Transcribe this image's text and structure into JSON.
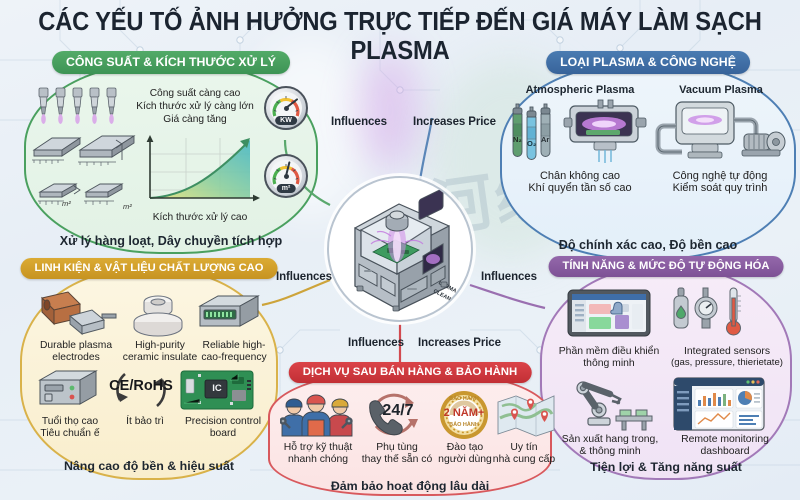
{
  "title": "CÁC YẾU TỐ ẢNH HƯỞNG TRỰC TIẾP ĐẾN GIÁ MÁY LÀM SẠCH PLASMA",
  "watermark": "河缘",
  "center": {
    "machine_label_line1": "PLASMA",
    "machine_label_line2": "CLEANER"
  },
  "connectors": [
    {
      "id": "influences-top-left",
      "label": "Influences"
    },
    {
      "id": "increases-price-top",
      "label": "Increases Price"
    },
    {
      "id": "influences-mid-left",
      "label": "Influences"
    },
    {
      "id": "influences-mid-right",
      "label": "Influences"
    },
    {
      "id": "influences-bottom",
      "label": "Influences"
    },
    {
      "id": "increases-price-bottom",
      "label": "Increases Price"
    }
  ],
  "panels": {
    "power": {
      "header": "CÔNG SUẤT & KÍCH THƯỚC XỬ LÝ",
      "color": "#3d9455",
      "chart": {
        "annotation_lines": [
          "Công suất càng cao",
          "Kích thước xử lý càng lớn",
          "Giá càng tăng"
        ],
        "xlabel": "Kích thước xử lý cao"
      },
      "gauges": [
        {
          "name": "power-gauge",
          "tag": "KW"
        },
        {
          "name": "area-gauge",
          "tag": "m²"
        }
      ],
      "plate_units": [
        "m²",
        "m²"
      ],
      "footer": "Xử lý hàng loạt, Dây chuyền tích hợp"
    },
    "plasma": {
      "header": "LOẠI PLASMA & CÔNG NGHỆ",
      "color": "#38639a",
      "items": [
        {
          "title": "Atmospheric Plasma",
          "caption_lines": [
            "Chân không cao",
            "Khí quyển tần số cao"
          ],
          "gases": [
            "N₂",
            "O₂",
            "Ar"
          ]
        },
        {
          "title": "Vacuum Plasma",
          "caption_lines": [
            "Công nghệ tự động",
            "Kiểm soát quy trình"
          ]
        }
      ],
      "footer": "Độ chính xác cao, Độ bền cao"
    },
    "parts": {
      "header": "LINH KIỆN & VẬT LIỆU CHẤT LƯỢNG CAO",
      "color": "#c79321",
      "items": [
        {
          "name": "plasma-electrodes",
          "caption_lines": [
            "Durable plasma",
            "electrodes"
          ]
        },
        {
          "name": "ceramic-insulator",
          "caption_lines": [
            "High-purity",
            "ceramic insulate"
          ]
        },
        {
          "name": "rf-generator",
          "caption_lines": [
            "Reliable high-",
            "cao-frequency"
          ]
        },
        {
          "name": "power-supply",
          "caption_lines": [
            "Tuổi thọ cao",
            "Tiêu chuẩn ế"
          ]
        },
        {
          "name": "ce-rohs",
          "badge": "CE/RoHS",
          "caption_lines": [
            "Ít bảo trì"
          ]
        },
        {
          "name": "control-board",
          "chip": "IC",
          "caption_lines": [
            "Precision control",
            "board"
          ]
        }
      ],
      "footer": "Nâng cao độ bền & hiệu suất"
    },
    "automation": {
      "header": "TÍNH NĂNG & MỨC ĐỘ TỰ ĐỘNG HÓA",
      "color": "#7d5195",
      "items": [
        {
          "name": "control-software",
          "caption_lines": [
            "Phần mềm điều khiển",
            "thông minh"
          ]
        },
        {
          "name": "integrated-sensors",
          "caption_lines": [
            "Integrated sensors",
            "(gas, pressure, thierietate)"
          ]
        },
        {
          "name": "robot-arm",
          "caption_lines": [
            "Sản xuất hang trong,",
            "& thông minh"
          ]
        },
        {
          "name": "monitoring-dashboard",
          "caption_lines": [
            "Remote monitoring",
            "dashboard"
          ]
        }
      ],
      "footer": "Tiện lợi & Tăng năng suất"
    },
    "service": {
      "header": "DỊCH VỤ SAU BÁN HÀNG & BẢO HÀNH",
      "color": "#c22f35",
      "items": [
        {
          "name": "technician-team",
          "caption_lines": [
            "Hỗ trợ kỹ thuật",
            "nhanh chóng"
          ]
        },
        {
          "name": "support-247",
          "badge": "24/7",
          "caption_lines": [
            "Phụ tùng",
            "thay thế sẵn có"
          ]
        },
        {
          "name": "warranty-seal",
          "badge": "2 NĂM+",
          "seal_top": "BẢO HÀNH",
          "seal_bottom": "BẢO HÀNH",
          "caption_lines": [
            "Đào tạo",
            "người dùng"
          ]
        },
        {
          "name": "supplier-map",
          "caption_lines": [
            "Uy tín",
            "nhà cung cấp"
          ]
        }
      ],
      "footer": "Đảm bảo hoạt động lâu dài"
    }
  }
}
